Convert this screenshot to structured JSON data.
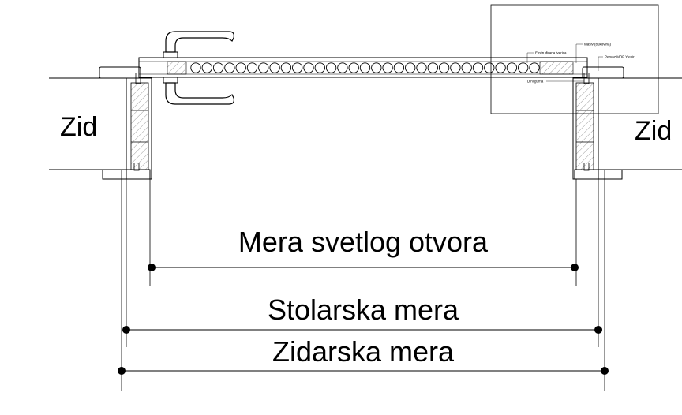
{
  "labels": {
    "wall_left": "Zid",
    "wall_right": "Zid",
    "clear_opening": "Mera svetlog otvora",
    "joinery_dimension": "Stolarska mera",
    "masonry_dimension": "Zidarska mera"
  },
  "detail_callouts": {
    "extruded_core": "Ekstrudirana iverica",
    "solid_beech": "Masiv (bukovina)",
    "mdf_casing": "Pervaz MDF Ylenir",
    "rubber_seal": "Dihi guma"
  },
  "colors": {
    "line": "#000000",
    "hatch": "#444444",
    "background": "#ffffff"
  },
  "icons": [
    "door-handle-icon",
    "dimension-dot-icon"
  ]
}
